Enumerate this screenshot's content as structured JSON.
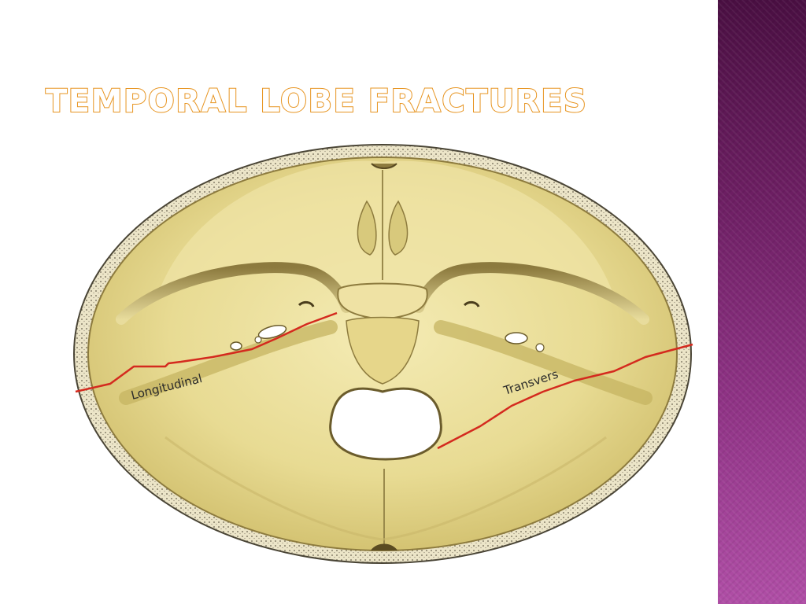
{
  "slide": {
    "title": "Temporal lobe fractures",
    "accent_band_color": "#7a2a70",
    "title_outline_color": "#e79420"
  },
  "figure": {
    "labels": {
      "longitudinal": "Longitudinal",
      "transverse": "Transvers"
    },
    "fracture_line_color": "#d42a1e",
    "bone_color": "#ecdf9a"
  }
}
